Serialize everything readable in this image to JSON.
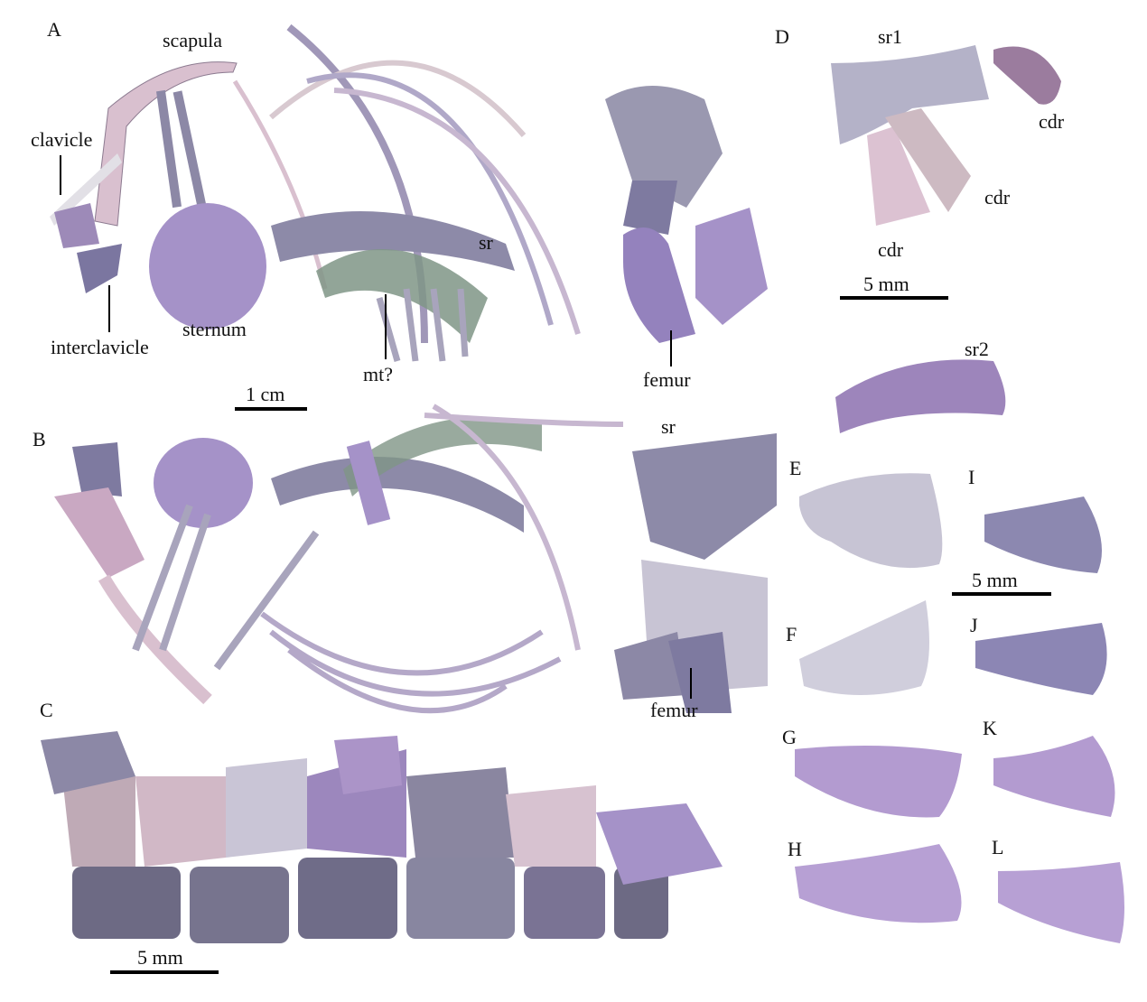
{
  "figure": {
    "panels": [
      "A",
      "B",
      "C",
      "D",
      "E",
      "F",
      "G",
      "H",
      "I",
      "J",
      "K",
      "L"
    ],
    "panel_a": {
      "labels": {
        "scapula": "scapula",
        "clavicle": "clavicle",
        "interclavicle": "interclavicle",
        "sternum": "sternum",
        "mt": "mt?",
        "sr": "sr",
        "femur": "femur"
      },
      "scale": "1 cm"
    },
    "panel_b": {
      "labels": {
        "sr": "sr",
        "femur": "femur"
      }
    },
    "panel_c": {
      "scale": "5 mm"
    },
    "panel_d": {
      "labels": {
        "sr1": "sr1",
        "cdr_top": "cdr",
        "cdr_mid": "cdr",
        "cdr_bottom": "cdr",
        "sr2": "sr2"
      },
      "scale": "5 mm"
    },
    "panel_ei": {
      "scale": "5 mm"
    }
  },
  "colors": {
    "lavender": "#a592c8",
    "grey": "#8c88a6",
    "pink": "#d9c0cf",
    "light": "#d2d0dc",
    "green": "#7f9586"
  }
}
